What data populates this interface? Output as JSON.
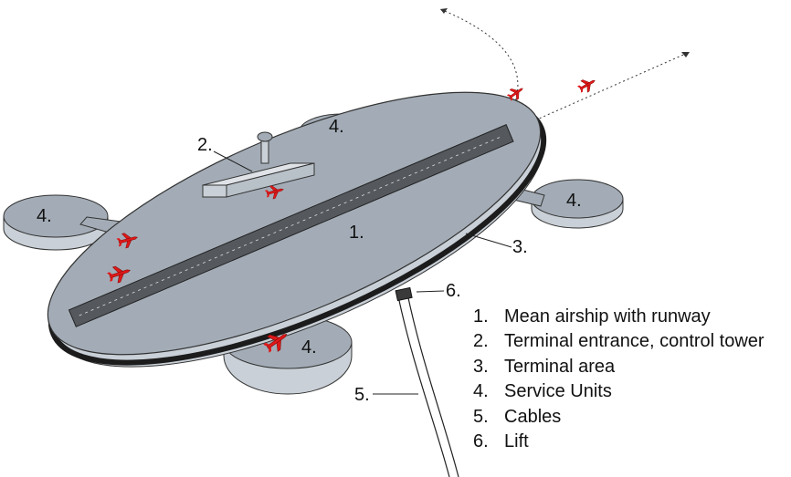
{
  "callouts": {
    "c1": "1.",
    "c2": "2.",
    "c3": "3.",
    "c4a": "4.",
    "c4b": "4.",
    "c4c": "4.",
    "c4d": "4.",
    "c5": "5.",
    "c6": "6."
  },
  "legend": [
    {
      "num": "1.",
      "label": "Mean airship with runway"
    },
    {
      "num": "2.",
      "label": "Terminal entrance, control tower"
    },
    {
      "num": "3.",
      "label": "Terminal area"
    },
    {
      "num": "4.",
      "label": "Service Units"
    },
    {
      "num": "5.",
      "label": "Cables"
    },
    {
      "num": "6.",
      "label": "Lift"
    }
  ],
  "colors": {
    "platform": "#a3acb6",
    "platform_side": "#c9d0d7",
    "runway": "#55595e",
    "band": "#1c1c1c",
    "aircraft": "#e01818"
  }
}
